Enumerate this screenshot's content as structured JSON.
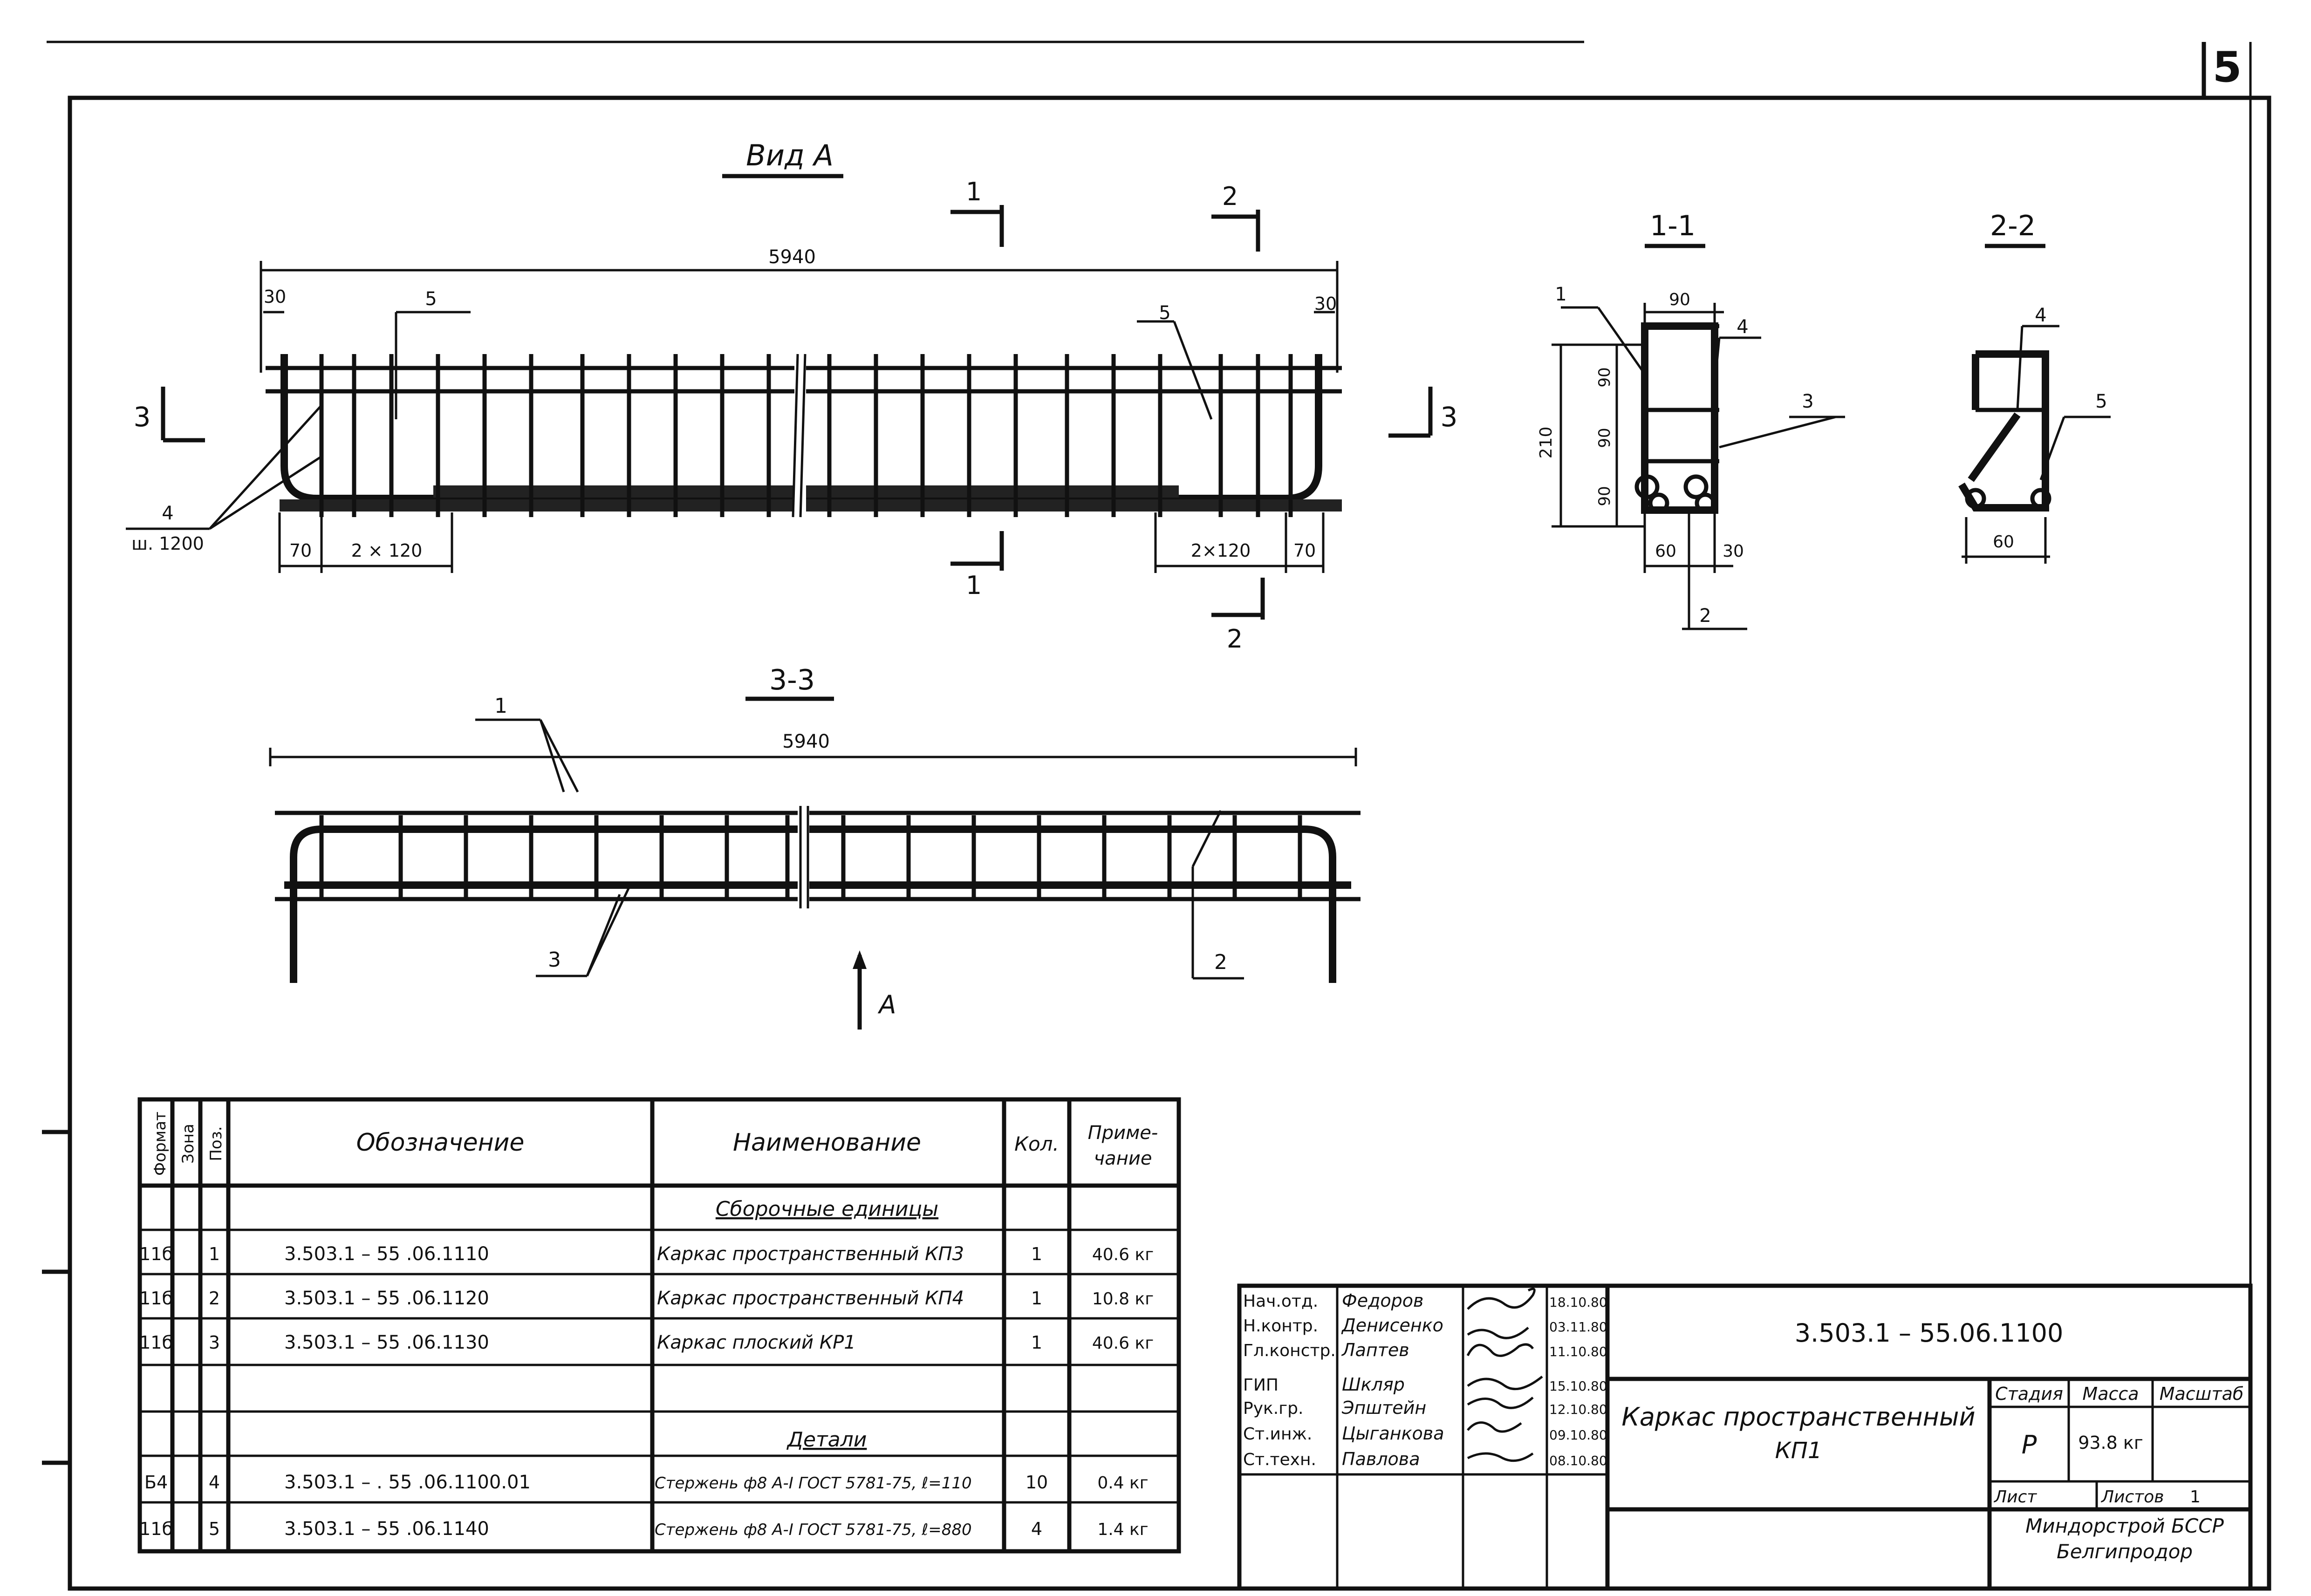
{
  "sheet": {
    "number": "5"
  },
  "views": {
    "vid_a": {
      "title": "Вид А",
      "overall_dim": "5940",
      "left_end_dim": "30",
      "right_end_dim": "30",
      "pos_5_left": "5",
      "pos_5_right": "5",
      "pos_4": "4",
      "pos_4_note": "ш. 1200",
      "left_bottom_70": "70",
      "left_bottom_spacing": "2 × 120",
      "right_bottom_spacing": "2×120",
      "right_bottom_70": "70",
      "cut_1_top": "1",
      "cut_2_top": "2",
      "cut_1_bottom": "1",
      "cut_2_bottom": "2",
      "cut_3_left": "3",
      "cut_3_right": "3"
    },
    "sec_1_1": {
      "title": "1-1",
      "pos_1": "1",
      "pos_4": "4",
      "pos_3": "3",
      "pos_2": "2",
      "top_dim": "90",
      "total_height": "210",
      "dim_90_a": "90",
      "dim_90_b": "90",
      "dim_90_c": "90",
      "bottom_dim_60": "60",
      "bottom_dim_30": "30"
    },
    "sec_2_2": {
      "title": "2-2",
      "pos_4": "4",
      "pos_5": "5",
      "bottom_dim": "60"
    },
    "sec_3_3": {
      "title": "3-3",
      "overall_dim": "5940",
      "pos_1": "1",
      "pos_3": "3",
      "pos_2": "2",
      "view_arrow": "А"
    }
  },
  "spec_table": {
    "headers": {
      "format": "Формат",
      "zone": "Зона",
      "pos": "Поз.",
      "designation": "Обозначение",
      "name": "Наименование",
      "qty": "Кол.",
      "note_line1": "Приме-",
      "note_line2": "чание"
    },
    "section_assemblies": "Сборочные единицы",
    "section_details": "Детали",
    "rows": [
      {
        "format": "11б",
        "zone": "",
        "pos": "1",
        "designation": "3.503.1 – 55 .06.1110",
        "name": "Каркас пространственный КП3",
        "qty": "1",
        "note": "40.6 кг"
      },
      {
        "format": "11б",
        "zone": "",
        "pos": "2",
        "designation": "3.503.1 – 55 .06.1120",
        "name": "Каркас пространственный КП4",
        "qty": "1",
        "note": "10.8 кг"
      },
      {
        "format": "11б",
        "zone": "",
        "pos": "3",
        "designation": "3.503.1 – 55 .06.1130",
        "name": "Каркас плоский  КР1",
        "qty": "1",
        "note": "40.6 кг"
      },
      {
        "format": "Б4",
        "zone": "",
        "pos": "4",
        "designation": "3.503.1 – . 55 .06.1100.01",
        "name": "Стержень ф8 А-I ГОСТ 5781-75, ℓ=110",
        "qty": "10",
        "note": "0.4 кг"
      },
      {
        "format": "11б",
        "zone": "",
        "pos": "5",
        "designation": "3.503.1 – 55 .06.1140",
        "name": "Стержень ф8 А-I ГОСТ 5781-75, ℓ=880",
        "qty": "4",
        "note": "1.4 кг"
      }
    ]
  },
  "title_block": {
    "roles": [
      {
        "role": "Нач.отд.",
        "name": "Федоров",
        "date": "18.10.80"
      },
      {
        "role": "Н.контр.",
        "name": "Денисенко",
        "date": "03.11.80"
      },
      {
        "role": "Гл.констр.",
        "name": "Лаптев",
        "date": "11.10.80"
      },
      {
        "role": "ГИП",
        "name": "Шкляр",
        "date": "15.10.80"
      },
      {
        "role": "Рук.гр.",
        "name": "Эпштейн",
        "date": "12.10.80"
      },
      {
        "role": "Ст.инж.",
        "name": "Цыганкова",
        "date": "09.10.80"
      },
      {
        "role": "Ст.техн.",
        "name": "Павлова",
        "date": "08.10.80"
      }
    ],
    "doc_code": "3.503.1 – 55.06.1100",
    "doc_title_line1": "Каркас пространственный",
    "doc_title_line2": "КП1",
    "stage_label": "Стадия",
    "mass_label": "Масса",
    "scale_label": "Масштаб",
    "stage": "Р",
    "mass": "93.8 кг",
    "sheet_label": "Лист",
    "sheets_label": "Листов",
    "sheets": "1",
    "org_line1": "Миндорстрой БССР",
    "org_line2": "Белгипродор"
  }
}
